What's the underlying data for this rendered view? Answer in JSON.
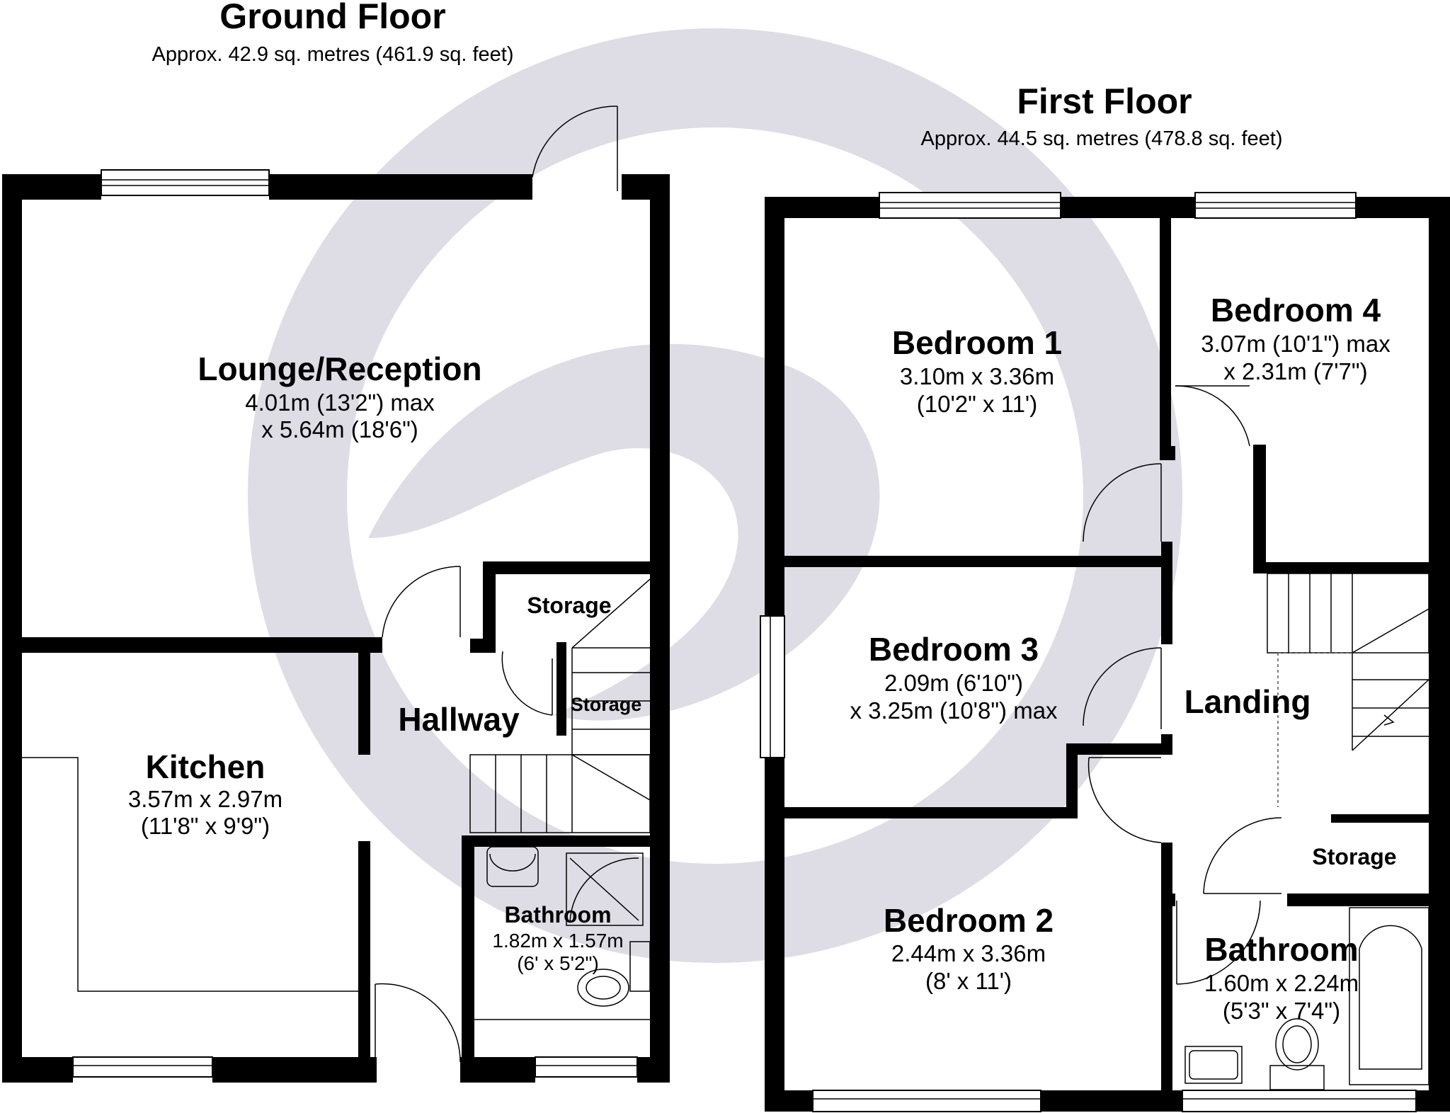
{
  "watermark": {
    "color": "#dedde5",
    "icon": "circle-logo-watermark"
  },
  "ground_floor": {
    "title": "Ground Floor",
    "area": "Approx. 42.9 sq. metres (461.9 sq. feet)",
    "rooms": {
      "lounge": {
        "name": "Lounge/Reception",
        "dim1": "4.01m (13'2\") max",
        "dim2": "x 5.64m (18'6\")"
      },
      "kitchen": {
        "name": "Kitchen",
        "dim1": "3.57m x 2.97m",
        "dim2": "(11'8\" x 9'9\")"
      },
      "hallway": {
        "name": "Hallway"
      },
      "storage_a": {
        "name": "Storage"
      },
      "storage_b": {
        "name": "Storage"
      },
      "bathroom": {
        "name": "Bathroom",
        "dim1": "1.82m x 1.57m",
        "dim2": "(6' x 5'2\")"
      }
    }
  },
  "first_floor": {
    "title": "First Floor",
    "area": "Approx. 44.5 sq. metres (478.8 sq. feet)",
    "rooms": {
      "bedroom1": {
        "name": "Bedroom 1",
        "dim1": "3.10m x 3.36m",
        "dim2": "(10'2\" x 11')"
      },
      "bedroom4": {
        "name": "Bedroom 4",
        "dim1": "3.07m (10'1\") max",
        "dim2": "x 2.31m (7'7\")"
      },
      "bedroom3": {
        "name": "Bedroom 3",
        "dim1": "2.09m (6'10\")",
        "dim2": "x 3.25m (10'8\") max"
      },
      "landing": {
        "name": "Landing"
      },
      "storage": {
        "name": "Storage"
      },
      "bedroom2": {
        "name": "Bedroom 2",
        "dim1": "2.44m x 3.36m",
        "dim2": "(8' x 11')"
      },
      "bathroom": {
        "name": "Bathroom",
        "dim1": "1.60m x 2.24m",
        "dim2": "(5'3\" x 7'4\")"
      }
    }
  }
}
